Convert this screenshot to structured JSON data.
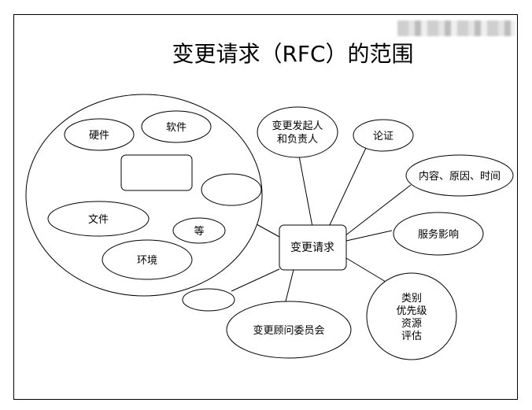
{
  "title": "变更请求（RFC）的范围",
  "center": {
    "label": "变更请求"
  },
  "nodes": {
    "initiator": [
      "变更发起人",
      "和负责人"
    ],
    "justification": "论证",
    "content": "内容、原因、时间",
    "service_impact": "服务影响",
    "category": [
      "类别",
      "优先级",
      "资源",
      "评估"
    ],
    "cab": "变更顾问委员会",
    "blank_small": ""
  },
  "config_items": {
    "hardware": "硬件",
    "software": "软件",
    "documents": "文件",
    "etc": "等",
    "environment": "环境"
  }
}
